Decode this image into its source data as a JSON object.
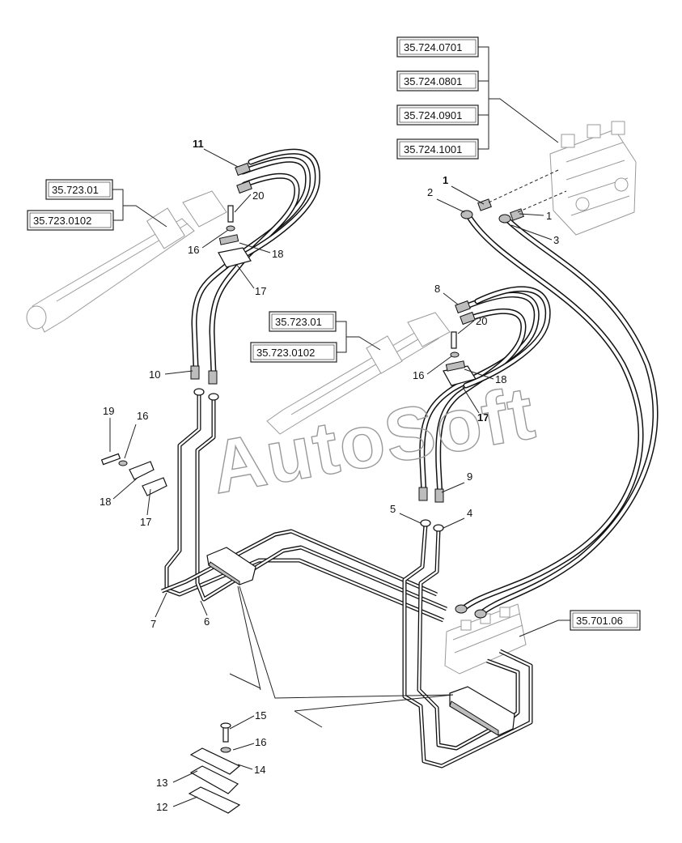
{
  "references": {
    "valve_block_1": "35.724.0701",
    "valve_block_2": "35.724.0801",
    "valve_block_3": "35.724.0901",
    "valve_block_4": "35.724.1001",
    "cylinder_left_1": "35.723.01",
    "cylinder_left_2": "35.723.0102",
    "cylinder_mid_1": "35.723.01",
    "cylinder_mid_2": "35.723.0102",
    "control_valve": "35.701.06"
  },
  "callouts": {
    "c1_top": "1",
    "c1_right": "1",
    "c2": "2",
    "c3": "3",
    "c4": "4",
    "c5": "5",
    "c6": "6",
    "c7": "7",
    "c8": "8",
    "c9": "9",
    "c10": "10",
    "c11": "11",
    "c12": "12",
    "c13": "13",
    "c14": "14",
    "c15": "15",
    "c16_left": "16",
    "c16_mid": "16",
    "c16_clip": "16",
    "c16_bottom": "16",
    "c17_left": "17",
    "c17_mid": "17",
    "c17_clip": "17",
    "c18_left": "18",
    "c18_mid": "18",
    "c18_clip": "18",
    "c19": "19",
    "c20_left": "20",
    "c20_mid": "20"
  },
  "watermark": "AutoSoft"
}
